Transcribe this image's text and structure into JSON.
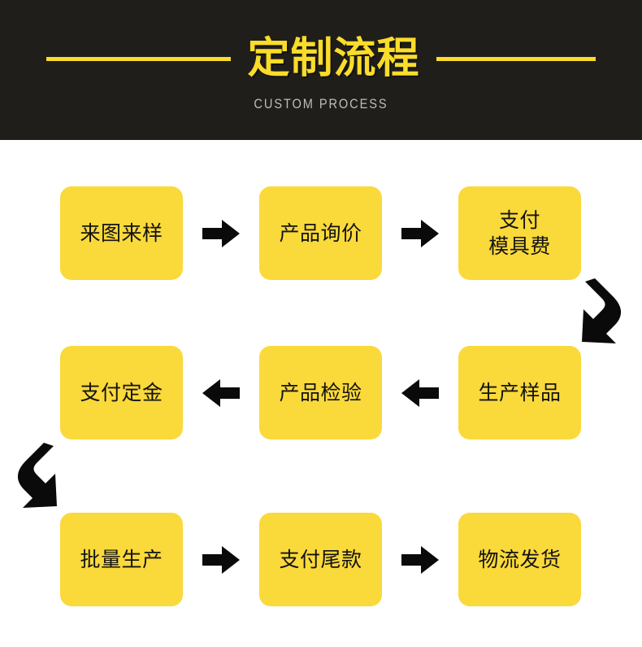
{
  "header": {
    "title": "定制流程",
    "subtitle": "CUSTOM PROCESS",
    "background_color": "#201E1B",
    "title_color": "#FADC2A",
    "subtitle_color": "#BDBDBD",
    "rule_color": "#FADC2A"
  },
  "theme": {
    "box_color": "#FAD93B",
    "box_text_color": "#131313",
    "arrow_color": "#0A0A0A",
    "page_background": "#FFFFFF"
  },
  "flow": {
    "rows": [
      {
        "direction": "left-to-right",
        "steps": [
          {
            "index": 1,
            "label": "来图来样",
            "lines": [
              "来图来样"
            ]
          },
          {
            "index": 2,
            "label": "产品询价",
            "lines": [
              "产品询价"
            ]
          },
          {
            "index": 3,
            "label": "支付模具费",
            "lines": [
              "支付",
              "模具费"
            ]
          }
        ],
        "arrows": [
          "arrow-right-icon",
          "arrow-right-icon"
        ]
      },
      {
        "direction": "right-to-left",
        "steps": [
          {
            "index": 4,
            "label": "生产样品",
            "lines": [
              "生产样品"
            ]
          },
          {
            "index": 5,
            "label": "产品检验",
            "lines": [
              "产品检验"
            ]
          },
          {
            "index": 6,
            "label": "支付定金",
            "lines": [
              "支付定金"
            ]
          }
        ],
        "arrows": [
          "arrow-left-icon",
          "arrow-left-icon"
        ]
      },
      {
        "direction": "left-to-right",
        "steps": [
          {
            "index": 7,
            "label": "批量生产",
            "lines": [
              "批量生产"
            ]
          },
          {
            "index": 8,
            "label": "支付尾款",
            "lines": [
              "支付尾款"
            ]
          },
          {
            "index": 9,
            "label": "物流发货",
            "lines": [
              "物流发货"
            ]
          }
        ],
        "arrows": [
          "arrow-right-icon",
          "arrow-right-icon"
        ]
      }
    ],
    "connectors": [
      {
        "name": "connector-row1-to-row2",
        "icon": "bent-arrow-down-left-icon",
        "side": "right"
      },
      {
        "name": "connector-row2-to-row3",
        "icon": "bent-arrow-down-right-icon",
        "side": "left"
      }
    ]
  }
}
